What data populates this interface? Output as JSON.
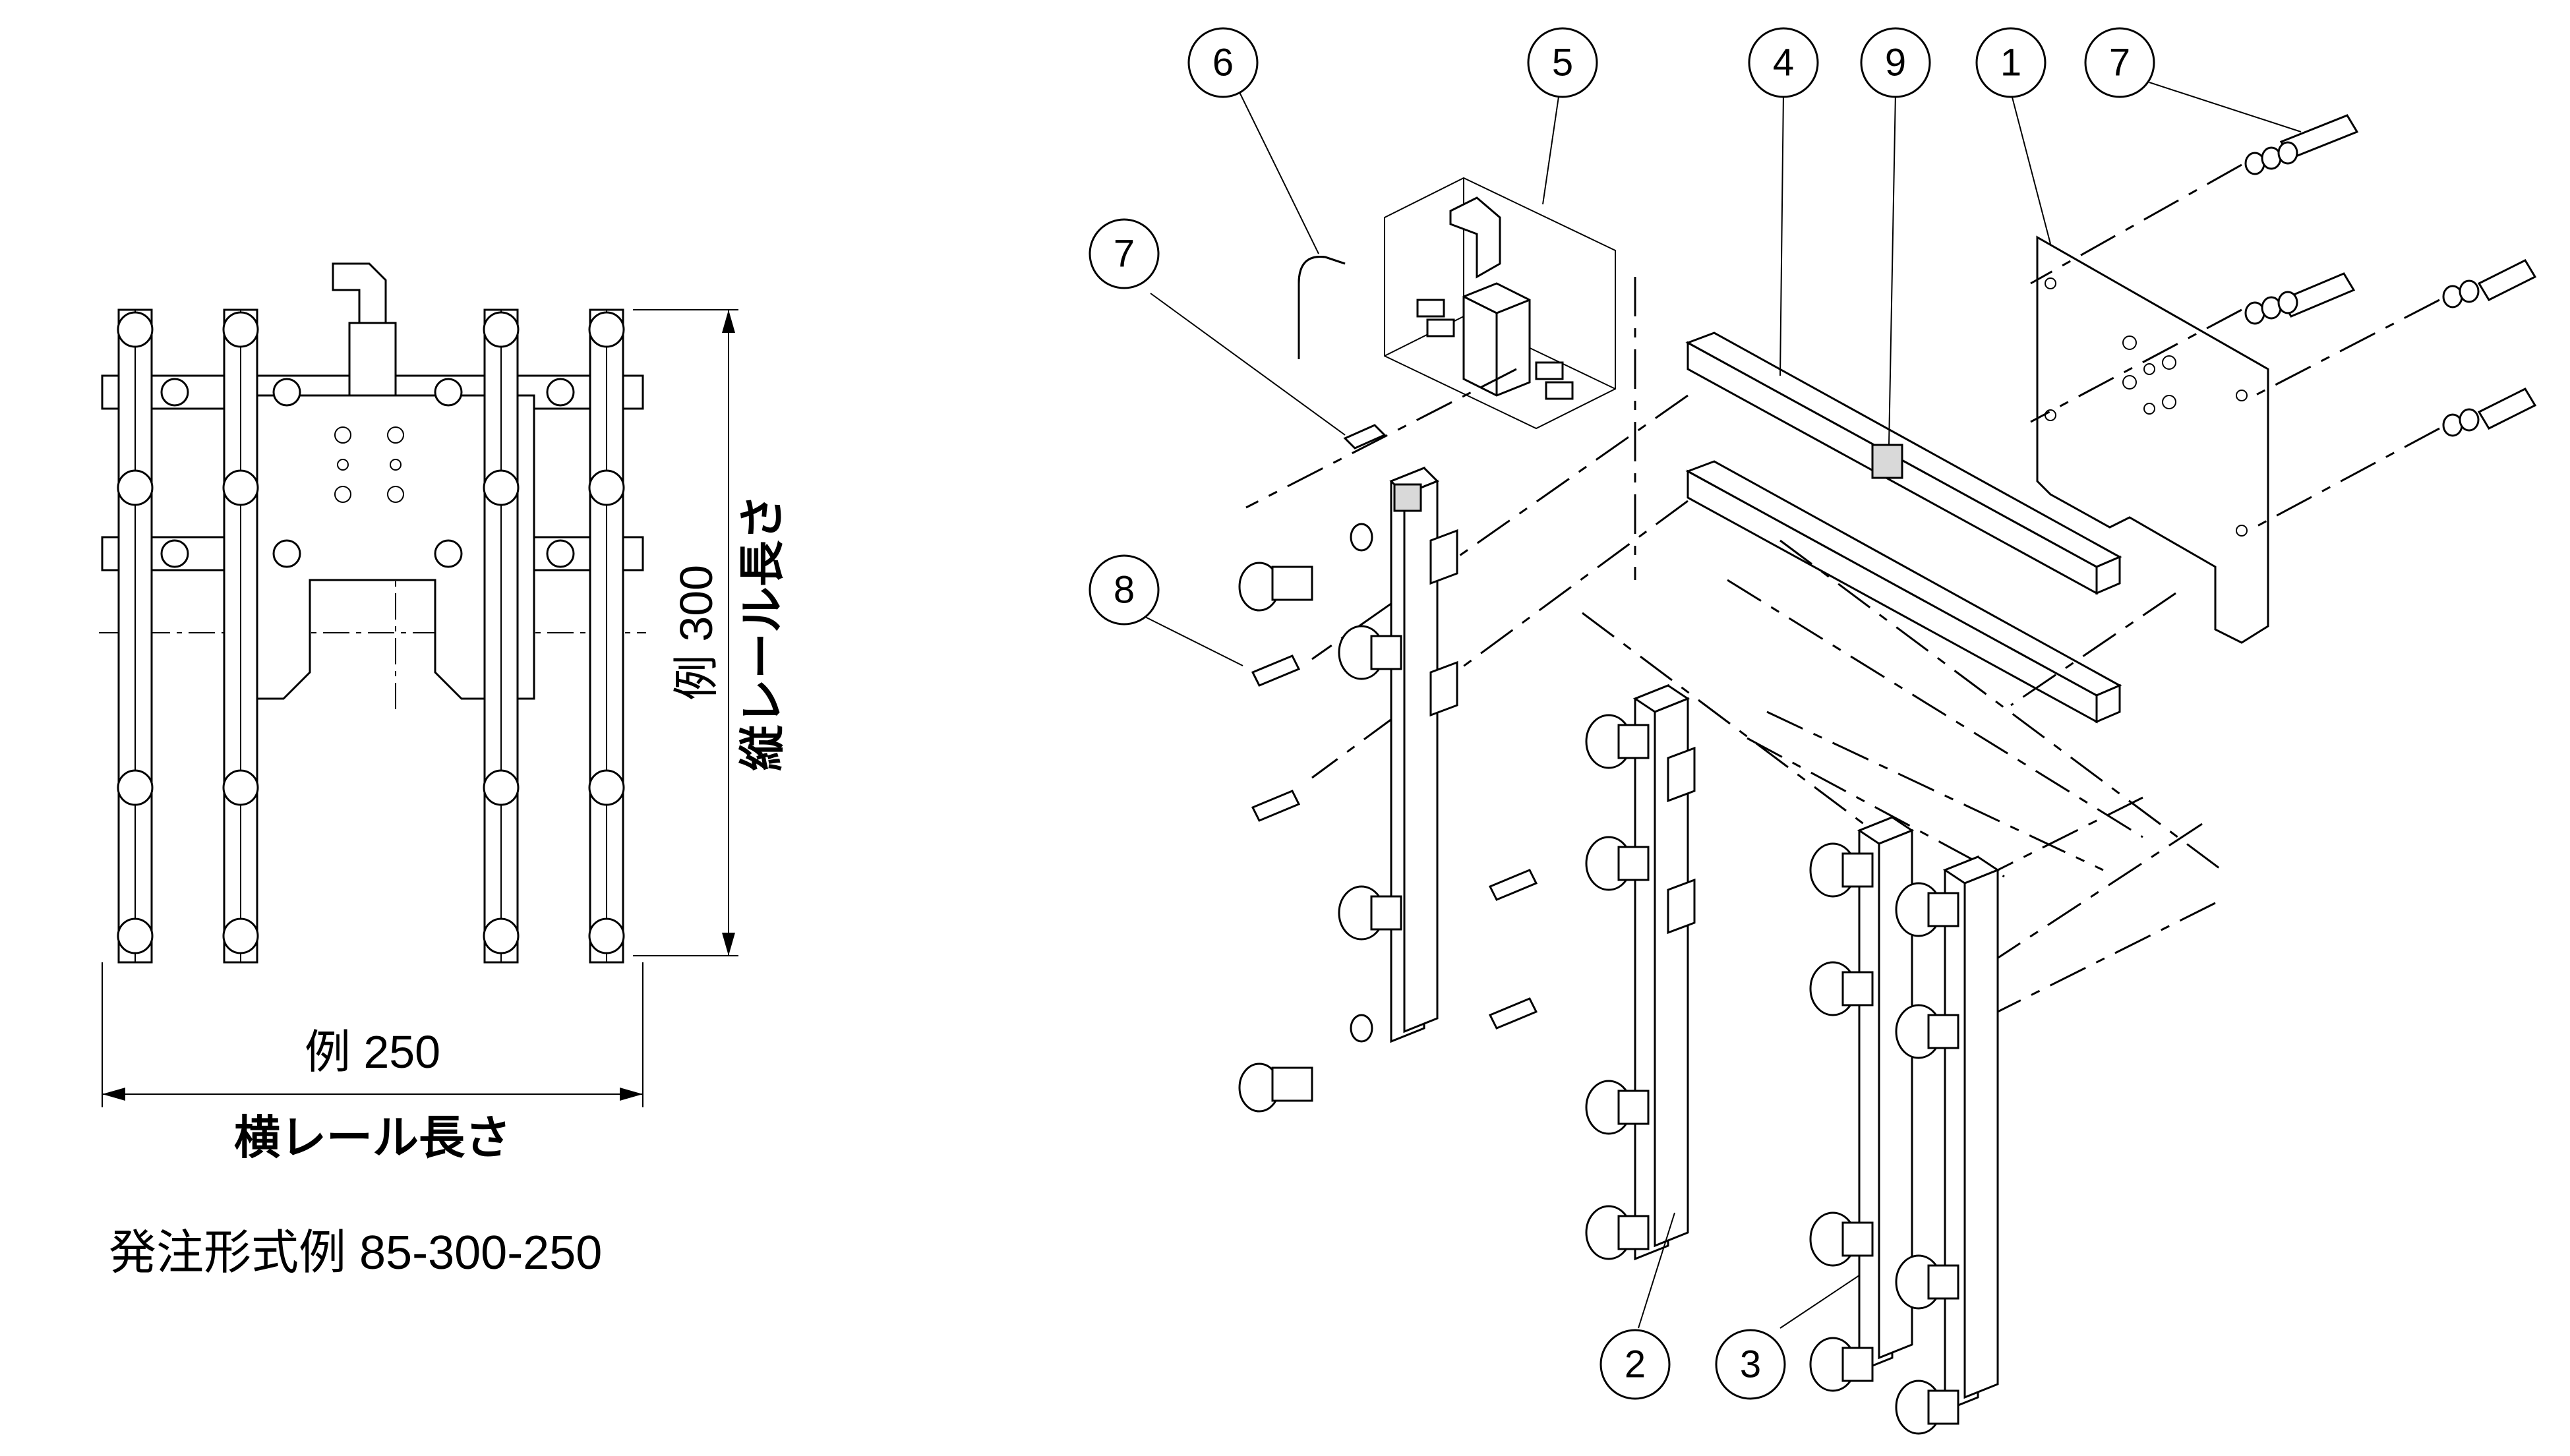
{
  "left_view": {
    "width_value": "例 250",
    "width_label": "横レール長さ",
    "height_value": "例 300",
    "height_label": "縦レール長さ",
    "order_example": "発注形式例 85-300-250"
  },
  "callouts": {
    "c1": "1",
    "c2": "2",
    "c3": "3",
    "c4": "4",
    "c5": "5",
    "c6": "6",
    "c7a": "7",
    "c7b": "7",
    "c8": "8",
    "c9": "9"
  }
}
